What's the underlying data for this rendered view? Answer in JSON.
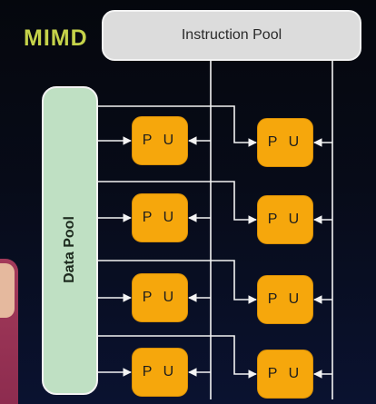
{
  "title": "MIMD",
  "instruction_pool": {
    "label": "Instruction Pool"
  },
  "data_pool": {
    "label": "Data Pool"
  },
  "processing_units": {
    "label": "P U",
    "count": 8
  },
  "colors": {
    "title": "#c5d24a",
    "instruction_pool": "#dcdcdc",
    "data_pool": "#bfe0c3",
    "processing_unit": "#f6a70c",
    "wires": "#f3f3f3"
  }
}
